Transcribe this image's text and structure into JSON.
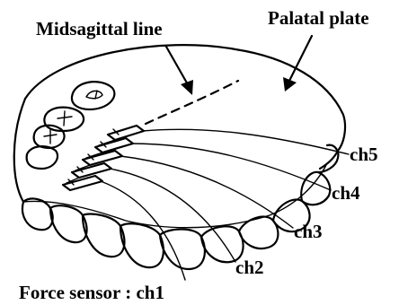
{
  "labels": {
    "midsagittal": "Midsagittal line",
    "palatal": "Palatal plate",
    "ch5": "ch5",
    "ch4": "ch4",
    "ch3": "ch3",
    "ch2": "ch2",
    "ch1": "Force sensor : ch1"
  }
}
